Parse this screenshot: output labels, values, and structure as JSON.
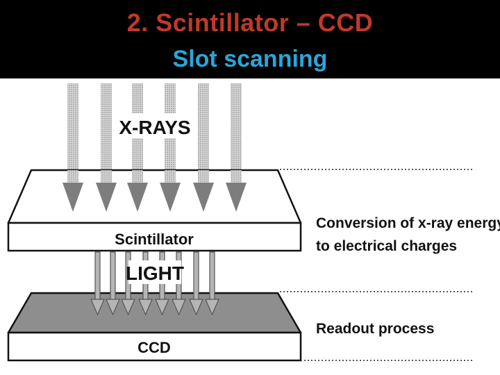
{
  "slide": {
    "title": "2. Scintillator – CCD",
    "subtitle": "Slot scanning",
    "title_color": "#c0392b",
    "subtitle_color": "#2aa6d8",
    "background": "#000000"
  },
  "diagram": {
    "xrays_label": "X-RAYS",
    "light_label": "LIGHT",
    "scintillator_label": "Scintillator",
    "ccd_label": "CCD",
    "conversion_label_line1": "Conversion of x-ray energy",
    "conversion_label_line2": "to electrical charges",
    "readout_label": "Readout process"
  }
}
